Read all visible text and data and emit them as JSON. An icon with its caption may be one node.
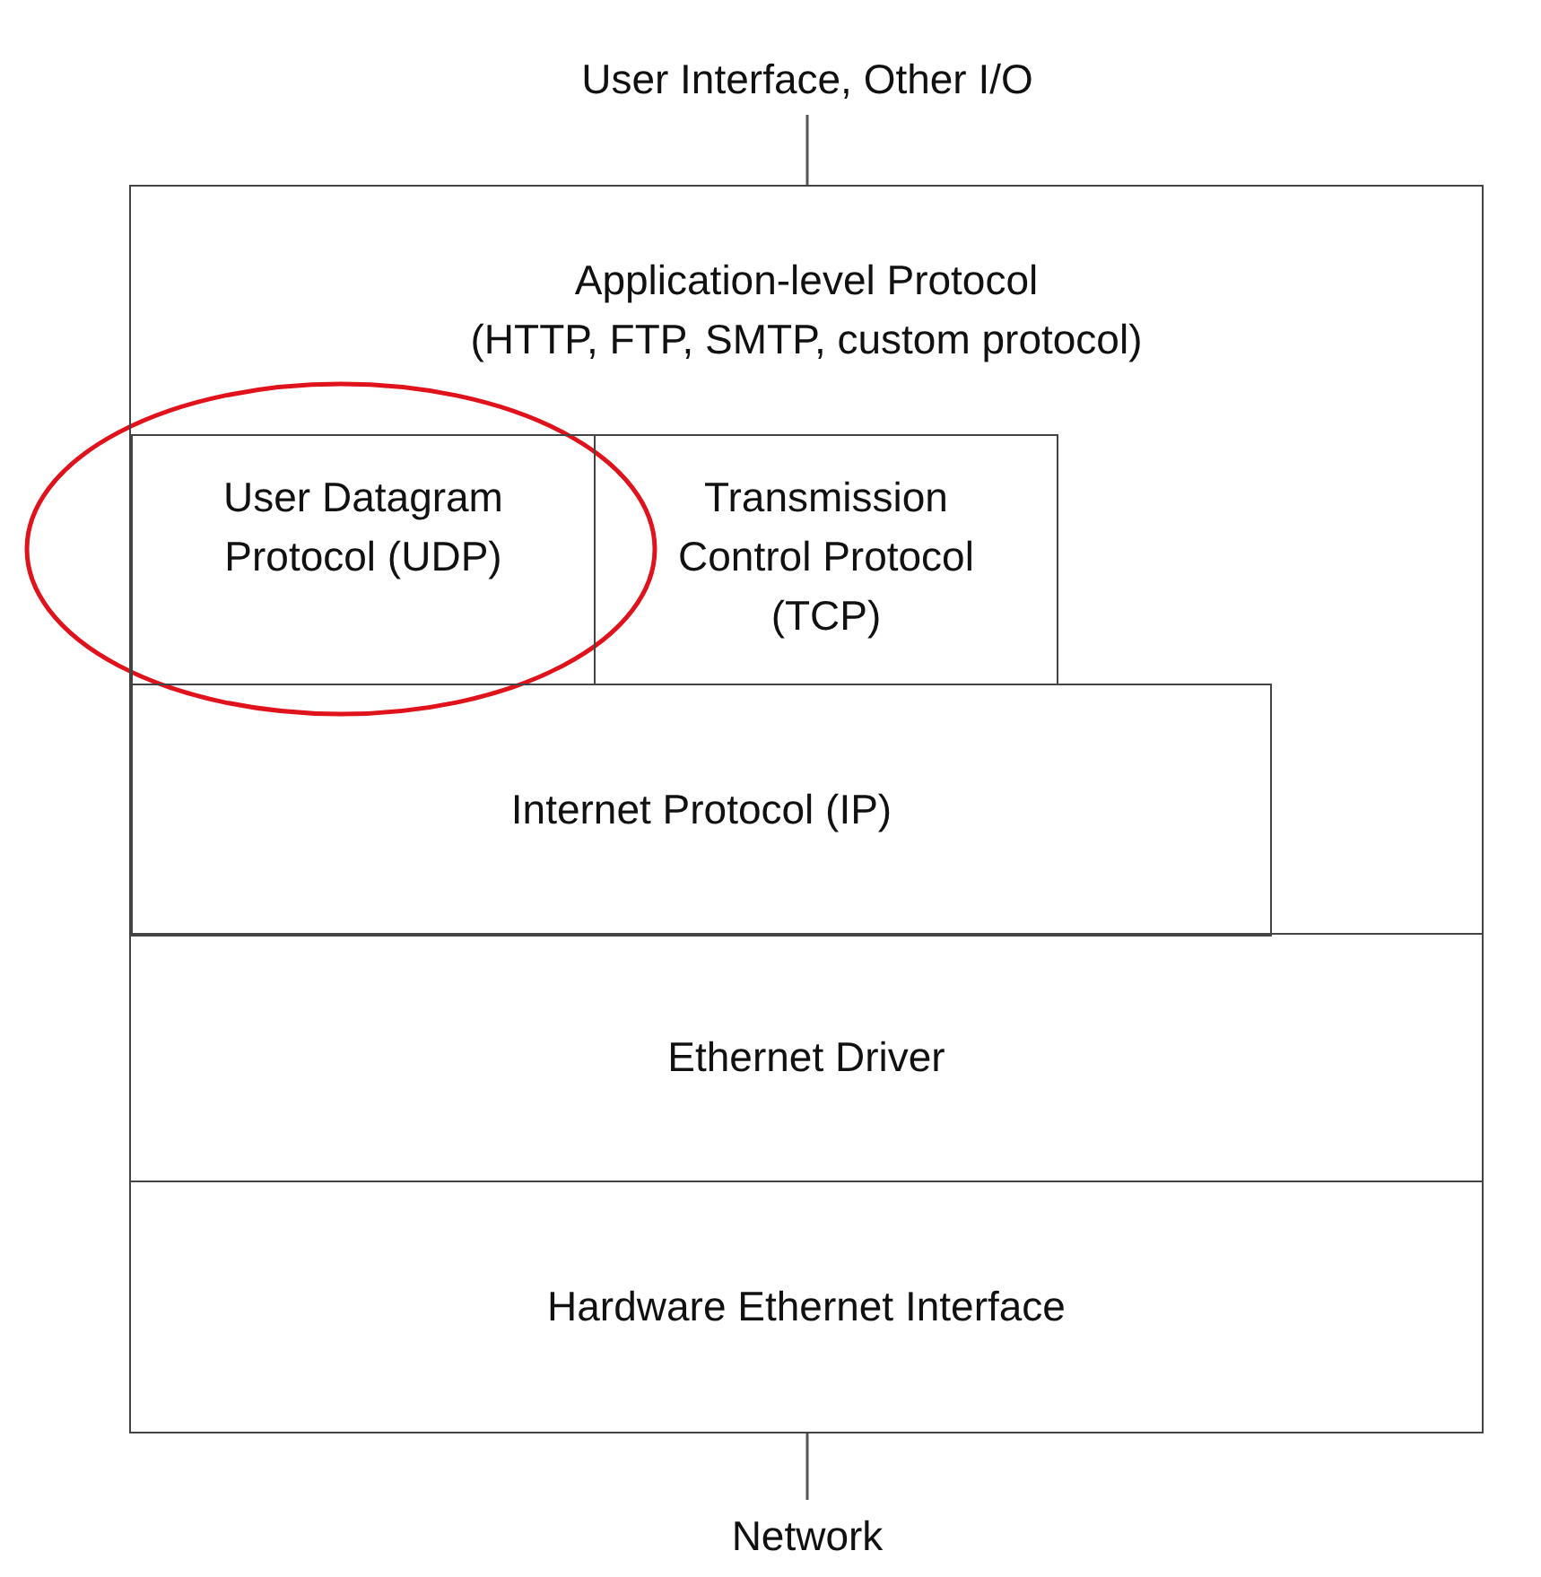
{
  "diagram": {
    "nodes": [
      {
        "text": [
          "User Interface, Other I/O"
        ]
      },
      {
        "text": [
          "Application-level Protocol",
          "(HTTP, FTP, SMTP, custom protocol)"
        ]
      },
      {
        "text": [
          "User Datagram Protocol (UDP)"
        ],
        "in": 1
      },
      {
        "text": [
          "Transmission Control Protocol (TCP)"
        ],
        "in": 1
      },
      {
        "text": [
          "Internet Protocol (IP)"
        ],
        "in": 1
      },
      {
        "text": [
          "Ethernet Driver"
        ]
      },
      {
        "text": [
          "Hardware Ethernet Interface"
        ]
      },
      {
        "text": [
          "Network"
        ]
      }
    ],
    "edges": [
      {
        "from": 0,
        "to": 1,
        "arrow": "none"
      },
      {
        "from": 6,
        "to": 7,
        "arrow": "none"
      }
    ]
  }
}
